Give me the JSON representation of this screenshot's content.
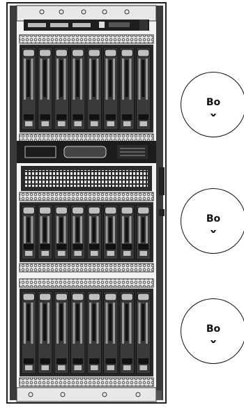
{
  "callouts": [
    {
      "label": "Box"
    },
    {
      "label": "Box"
    },
    {
      "label": "Box"
    }
  ],
  "rack": {
    "sections": [
      {
        "name": "upper-drive-cage",
        "drive_bays": 8
      },
      {
        "name": "middle-drive-cage",
        "drive_bays": 8
      },
      {
        "name": "lower-drive-cage",
        "drive_bays": 8
      }
    ]
  },
  "colors": {
    "frame": "#2b2b2b",
    "panel": "#d9d9d9",
    "drive_body": "#3a3a3a",
    "drive_light": "#bfbfbf",
    "callout_border": "#111111"
  }
}
